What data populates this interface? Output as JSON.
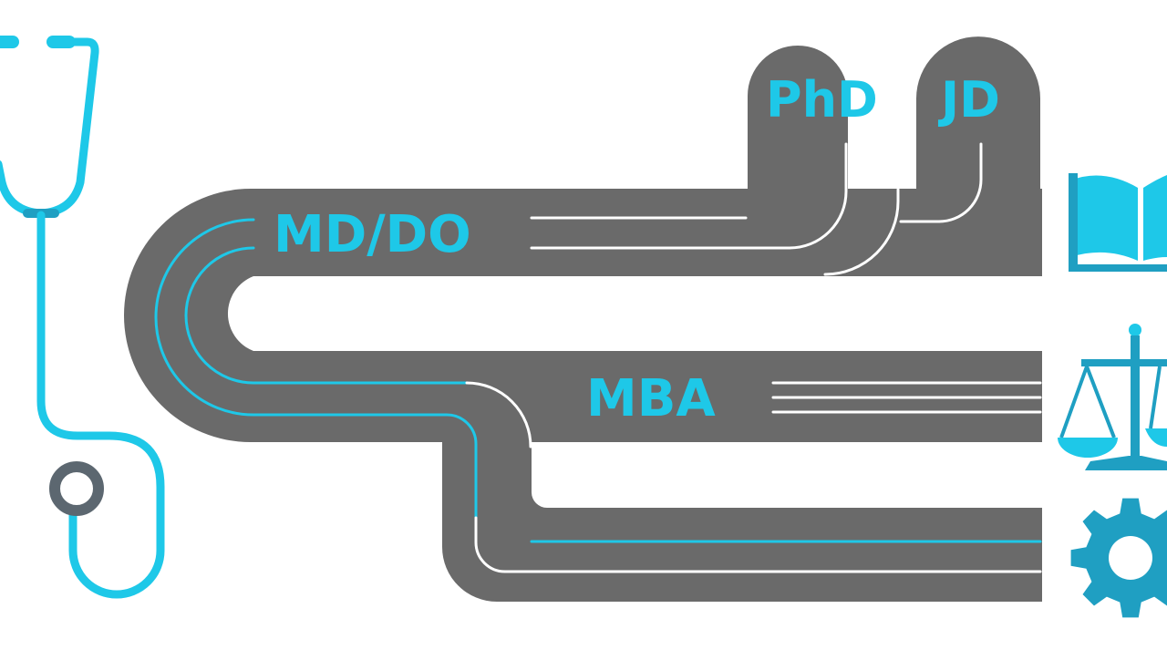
{
  "labels": {
    "md_do": "MD/DO",
    "phd": "PhD",
    "jd": "JD",
    "mba": "MBA"
  },
  "icons": [
    "stethoscope-icon",
    "book-icon",
    "scales-of-justice-icon",
    "gear-icon"
  ],
  "colors": {
    "road": "#6a6a6a",
    "accent": "#1ec8e8",
    "accent_dark": "#1f9fc2",
    "lane": "#ffffff",
    "ring": "#5c6770"
  }
}
